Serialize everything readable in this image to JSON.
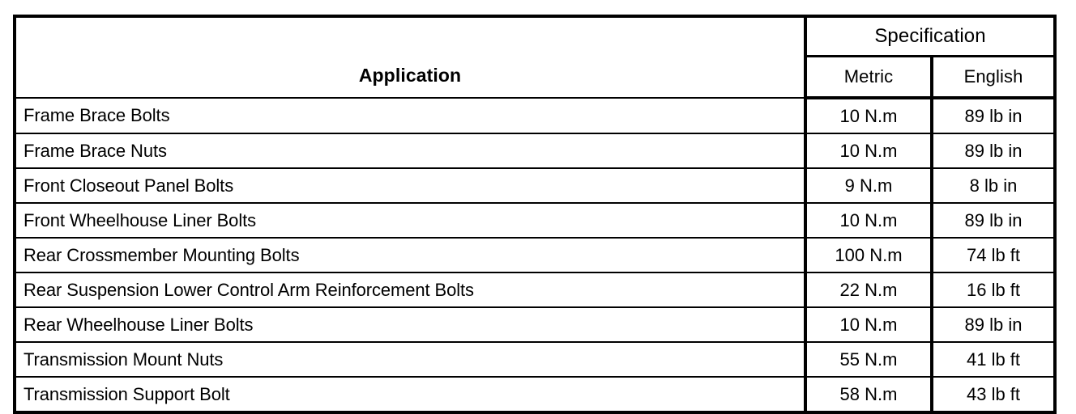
{
  "table": {
    "columns": {
      "application": "Application",
      "specification_group": "Specification",
      "metric": "Metric",
      "english": "English"
    },
    "rows": [
      {
        "application": "Frame Brace Bolts",
        "metric": "10 N.m",
        "english": "89 lb in"
      },
      {
        "application": "Frame Brace Nuts",
        "metric": "10 N.m",
        "english": "89 lb in"
      },
      {
        "application": "Front Closeout Panel Bolts",
        "metric": "9 N.m",
        "english": "8 lb in"
      },
      {
        "application": "Front Wheelhouse Liner Bolts",
        "metric": "10 N.m",
        "english": "89 lb in"
      },
      {
        "application": "Rear Crossmember Mounting Bolts",
        "metric": "100 N.m",
        "english": "74 lb ft"
      },
      {
        "application": "Rear Suspension Lower Control Arm Reinforcement Bolts",
        "metric": "22 N.m",
        "english": "16 lb ft"
      },
      {
        "application": "Rear Wheelhouse Liner Bolts",
        "metric": "10 N.m",
        "english": "89 lb in"
      },
      {
        "application": "Transmission Mount Nuts",
        "metric": "55 N.m",
        "english": "41 lb ft"
      },
      {
        "application": "Transmission Support Bolt",
        "metric": "58 N.m",
        "english": "43 lb ft"
      }
    ]
  },
  "colors": {
    "text": "#000000",
    "background": "#ffffff",
    "border": "#000000"
  }
}
